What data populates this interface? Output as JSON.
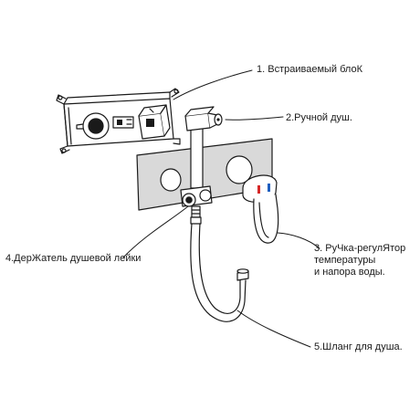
{
  "callouts": {
    "c1": {
      "line1": "1. Встраиваемый блоК"
    },
    "c2": {
      "line1": "2.Ручной душ."
    },
    "c3": {
      "line1": "3. РуЧка-регулЯтор",
      "line2": "температуры",
      "line3": "и напора воды."
    },
    "c4": {
      "line1": "4.ДерЖатель душевой лейки"
    },
    "c5": {
      "line1": "5.Шланг для душа."
    }
  },
  "colors": {
    "stroke": "#1a1a1a",
    "panel_fill": "#d9d9d9",
    "body_fill": "#ffffff",
    "hot_mark": "#d62828",
    "cold_mark": "#1f5fbf"
  }
}
